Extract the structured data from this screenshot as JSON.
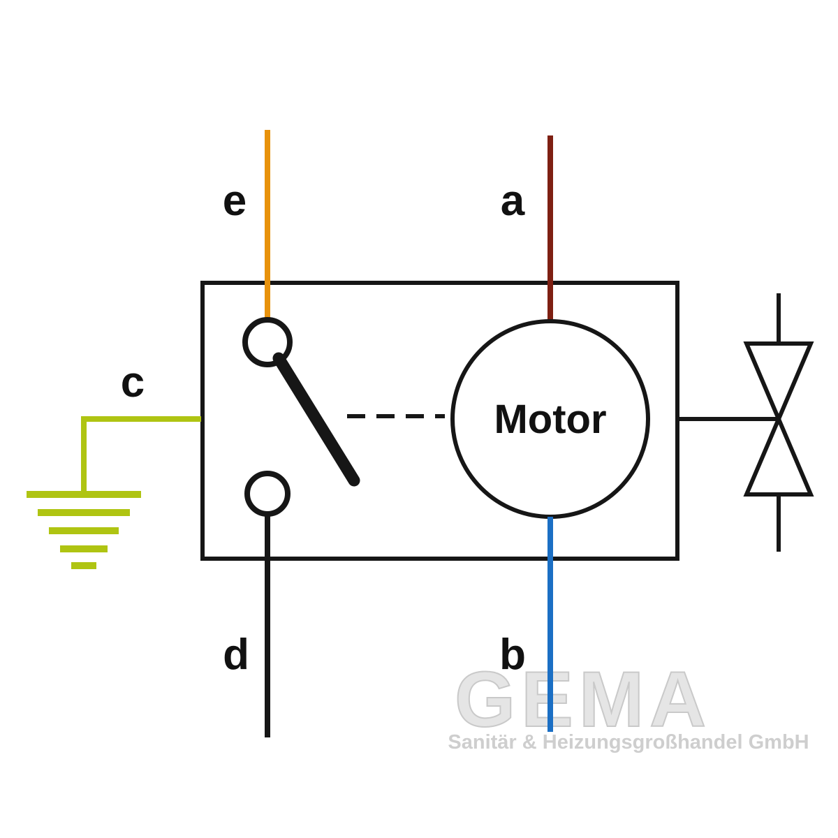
{
  "diagram": {
    "motor_label": "Motor",
    "labels": {
      "a": "a",
      "b": "b",
      "c": "c",
      "d": "d",
      "e": "e"
    },
    "wire_colors": {
      "a": "#7E1F12",
      "b": "#1B6FC4",
      "c": "#AFC412",
      "d": "#161616",
      "e": "#E8920C",
      "ground": "#AFC412"
    },
    "colors": {
      "outline": "#161616",
      "background": "#ffffff"
    },
    "watermark": {
      "brand": "GEMA",
      "subtitle": "Sanitär & Heizungsgroßhandel GmbH"
    }
  }
}
